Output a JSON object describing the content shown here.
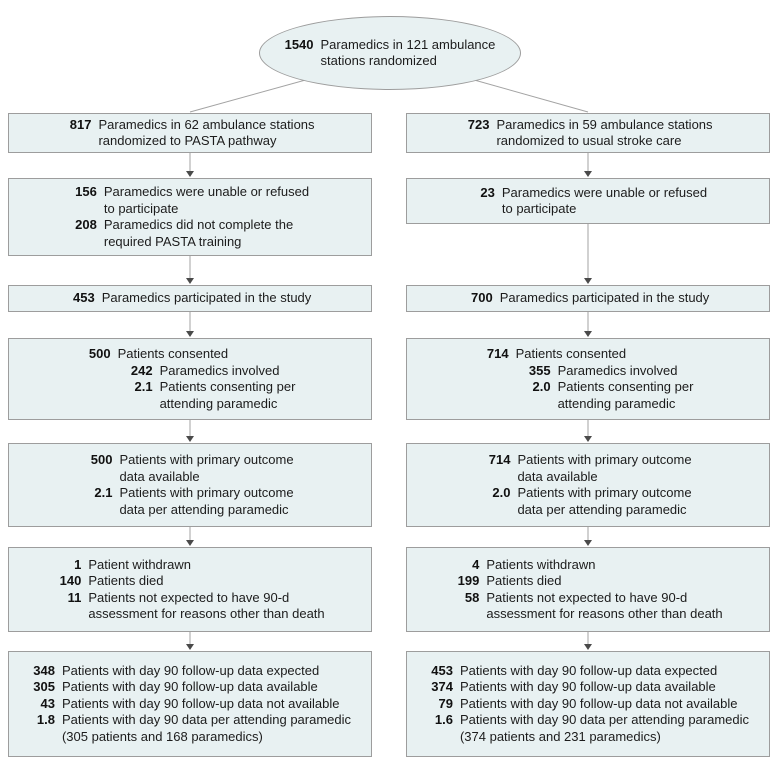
{
  "colors": {
    "box_fill": "#e8f1f2",
    "box_border": "#9d9d9d",
    "connector_line": "#a3a3a3",
    "arrowhead": "#4a4a4a",
    "text": "#1c1c1c"
  },
  "flow": {
    "root": {
      "value": "1540",
      "text": "Paramedics in 121 ambulance\nstations randomized"
    },
    "left": [
      {
        "entries": [
          {
            "value": "817",
            "text": "Paramedics in 62 ambulance stations\nrandomized to PASTA pathway"
          }
        ]
      },
      {
        "entries": [
          {
            "value": "156",
            "text": "Paramedics were unable or refused\nto participate"
          },
          {
            "value": "208",
            "text": "Paramedics did not complete the\nrequired PASTA training"
          }
        ]
      },
      {
        "entries": [
          {
            "value": "453",
            "text": "Paramedics participated in the study"
          }
        ]
      },
      {
        "entries": [
          {
            "value": "500",
            "text": "Patients consented"
          },
          {
            "value": "242",
            "text": "Paramedics involved"
          },
          {
            "value": "2.1",
            "text": "Patients consenting per\nattending paramedic"
          }
        ]
      },
      {
        "entries": [
          {
            "value": "500",
            "text": "Patients with primary outcome\ndata available"
          },
          {
            "value": "2.1",
            "text": "Patients with primary outcome\ndata per attending paramedic"
          }
        ]
      },
      {
        "entries": [
          {
            "value": "1",
            "text": "Patient withdrawn"
          },
          {
            "value": "140",
            "text": "Patients died"
          },
          {
            "value": "11",
            "text": "Patients not expected to have 90-d\nassessment for reasons other than death"
          }
        ]
      },
      {
        "entries": [
          {
            "value": "348",
            "text": "Patients with day 90 follow-up data expected"
          },
          {
            "value": "305",
            "text": "Patients with day 90 follow-up data available"
          },
          {
            "value": "43",
            "text": "Patients with day 90 follow-up data not available"
          },
          {
            "value": "1.8",
            "text": "Patients with day 90 data per attending paramedic\n(305 patients and 168 paramedics)"
          }
        ]
      }
    ],
    "right": [
      {
        "entries": [
          {
            "value": "723",
            "text": "Paramedics in 59 ambulance stations\nrandomized to usual stroke care"
          }
        ]
      },
      {
        "entries": [
          {
            "value": "23",
            "text": "Paramedics were unable or refused\nto participate"
          }
        ]
      },
      {
        "entries": [
          {
            "value": "700",
            "text": "Paramedics participated in the study"
          }
        ]
      },
      {
        "entries": [
          {
            "value": "714",
            "text": "Patients consented"
          },
          {
            "value": "355",
            "text": "Paramedics involved"
          },
          {
            "value": "2.0",
            "text": "Patients consenting per\nattending paramedic"
          }
        ]
      },
      {
        "entries": [
          {
            "value": "714",
            "text": "Patients with primary outcome\ndata available"
          },
          {
            "value": "2.0",
            "text": "Patients with primary outcome\ndata per attending paramedic"
          }
        ]
      },
      {
        "entries": [
          {
            "value": "4",
            "text": "Patients withdrawn"
          },
          {
            "value": "199",
            "text": "Patients died"
          },
          {
            "value": "58",
            "text": "Patients not expected to have 90-d\nassessment for reasons other than death"
          }
        ]
      },
      {
        "entries": [
          {
            "value": "453",
            "text": "Patients with day 90 follow-up data expected"
          },
          {
            "value": "374",
            "text": "Patients with day 90 follow-up data available"
          },
          {
            "value": "79",
            "text": "Patients with day 90 follow-up data not available"
          },
          {
            "value": "1.6",
            "text": "Patients with day 90 data per attending paramedic\n(374 patients and 231 paramedics)"
          }
        ]
      }
    ]
  }
}
